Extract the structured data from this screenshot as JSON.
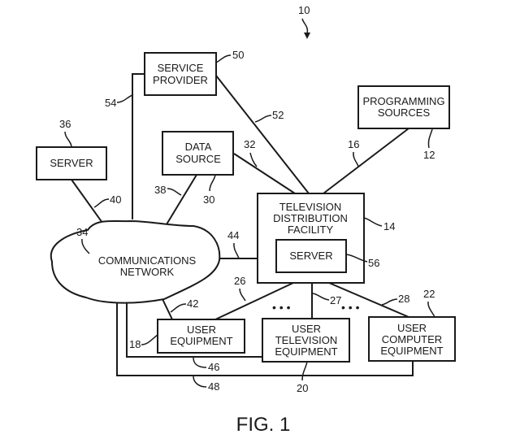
{
  "figure": {
    "caption": "FIG. 1",
    "system_ref": "10"
  },
  "nodes": {
    "service_provider": {
      "lines": [
        "SERVICE",
        "PROVIDER"
      ],
      "ref": "50"
    },
    "programming_sources": {
      "lines": [
        "PROGRAMMING",
        "SOURCES"
      ],
      "ref": "12"
    },
    "server_36": {
      "lines": [
        "SERVER"
      ],
      "ref": "36"
    },
    "data_source": {
      "lines": [
        "DATA",
        "SOURCE"
      ],
      "ref": "30"
    },
    "tv_facility": {
      "lines": [
        "TELEVISION",
        "DISTRIBUTION",
        "FACILITY"
      ],
      "ref": "14"
    },
    "server_56": {
      "lines": [
        "SERVER"
      ],
      "ref": "56"
    },
    "comm_network": {
      "lines": [
        "COMMUNICATIONS",
        "NETWORK"
      ],
      "ref": "34"
    },
    "user_equipment": {
      "lines": [
        "USER",
        "EQUIPMENT"
      ],
      "ref": "18"
    },
    "user_tv_equipment": {
      "lines": [
        "USER",
        "TELEVISION",
        "EQUIPMENT"
      ],
      "ref": "20"
    },
    "user_computer_equipment": {
      "lines": [
        "USER",
        "COMPUTER",
        "EQUIPMENT"
      ],
      "ref": "22"
    }
  },
  "links": {
    "l16": "16",
    "l26": "26",
    "l27": "27",
    "l28": "28",
    "l32": "32",
    "l38": "38",
    "l40": "40",
    "l42": "42",
    "l44": "44",
    "l46": "46",
    "l48": "48",
    "l52": "52",
    "l54": "54"
  },
  "ellipsis": "• • •"
}
